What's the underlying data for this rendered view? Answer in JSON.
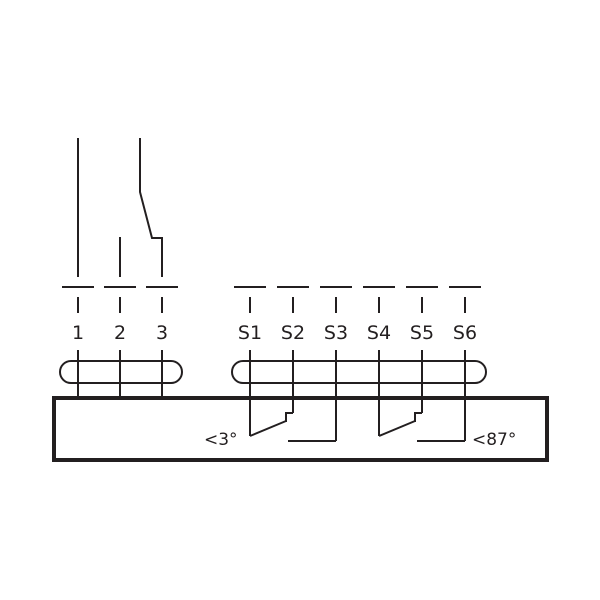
{
  "terminals": {
    "t1": "1",
    "t2": "2",
    "t3": "3",
    "s1": "S1",
    "s2": "S2",
    "s3": "S3",
    "s4": "S4",
    "s5": "S5",
    "s6": "S6"
  },
  "switch_angles": {
    "low": "<3°",
    "high": "<87°"
  },
  "colors": {
    "line": "#231f20",
    "background": "#ffffff"
  }
}
